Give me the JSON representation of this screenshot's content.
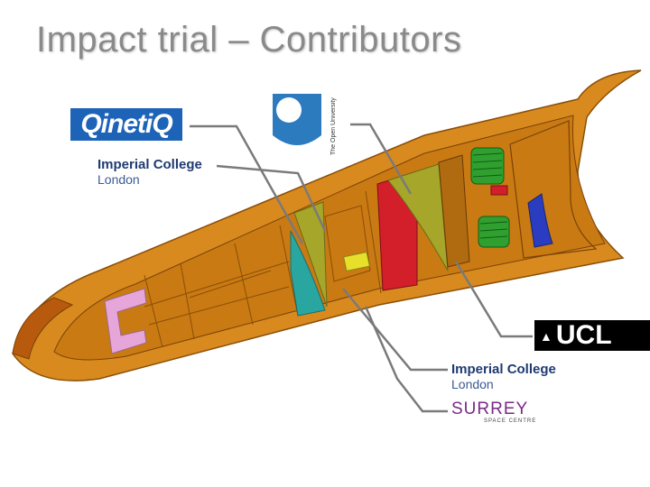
{
  "title": "Impact trial – Contributors",
  "logos": {
    "qinetiq": "QinetiQ",
    "imperial_top": {
      "line1": "Imperial College",
      "line2": "London"
    },
    "open_university": "The Open University",
    "ucl": "UCL",
    "imperial_bottom": {
      "line1": "Imperial College",
      "line2": "London"
    },
    "surrey": {
      "line1": "SURREY",
      "line2": "SPACE CENTRE"
    }
  },
  "colors": {
    "hull": "#d98a1e",
    "qinetiq_blue": "#1d63b7",
    "imperial_navy": "#1f3b73",
    "surrey_purple": "#7b2a86",
    "red_section": "#d21f2a",
    "green_coils": "#2fa02f",
    "olive_plate": "#a6a62a",
    "teal_plate": "#2aa6a0",
    "pink_block": "#e7a6d9",
    "blue_block": "#2a3cc0"
  }
}
